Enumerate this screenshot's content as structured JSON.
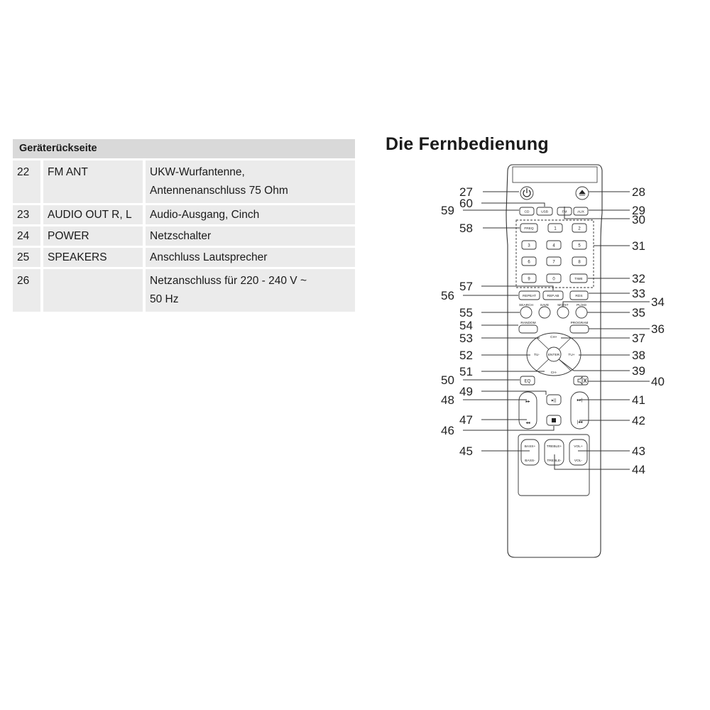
{
  "table": {
    "header": "Geräterückseite",
    "rows": [
      {
        "num": "22",
        "name": "FM ANT",
        "desc": [
          "UKW-Wurfantenne,",
          "Antennenanschluss 75 Ohm"
        ]
      },
      {
        "num": "23",
        "name": "AUDIO OUT R, L",
        "desc": [
          "Audio-Ausgang, Cinch"
        ]
      },
      {
        "num": "24",
        "name": "POWER",
        "desc": [
          "Netzschalter"
        ]
      },
      {
        "num": "25",
        "name": "SPEAKERS",
        "desc": [
          "Anschluss Lautsprecher"
        ]
      },
      {
        "num": "26",
        "name": "",
        "desc": [
          "Netzanschluss für 220 - 240 V ~",
          "50 Hz"
        ]
      }
    ]
  },
  "remote": {
    "title": "Die Fernbedienung",
    "buttons": {
      "cd": "CD",
      "usb": "USB",
      "fm": "FM",
      "aux": "AUX",
      "freq": "FREQ",
      "digits": [
        "1",
        "2",
        "3",
        "4",
        "5",
        "6",
        "7",
        "8",
        "9",
        "0"
      ],
      "time": "TIME",
      "repeat": "REPEAT",
      "repab": "REP.AB",
      "rds": "RDS",
      "search": "SEARCH",
      "save": "SAVE",
      "mo_st": "MO/ST",
      "pl_sd": "PL/SD",
      "random": "RANDOM",
      "program": "PROGRAM",
      "ch_up": "CH+",
      "ch_down": "CH-",
      "tu_down": "TU-",
      "tu_up": "TU+",
      "enter": "ENTER",
      "eq": "EQ",
      "bass_up": "BASS+",
      "bass_down": "BASS-",
      "treble_up": "TREBLE+",
      "treble_down": "TREBLE-",
      "vol_up": "VOL+",
      "vol_down": "VOL-"
    },
    "callouts_left": [
      "27",
      "60",
      "59",
      "58",
      "57",
      "56",
      "55",
      "54",
      "53",
      "52",
      "51",
      "50",
      "49",
      "48",
      "47",
      "46",
      "45"
    ],
    "callouts_right": [
      "28",
      "29",
      "30",
      "31",
      "32",
      "33",
      "34",
      "35",
      "36",
      "37",
      "38",
      "39",
      "40",
      "41",
      "42",
      "43",
      "44"
    ]
  }
}
